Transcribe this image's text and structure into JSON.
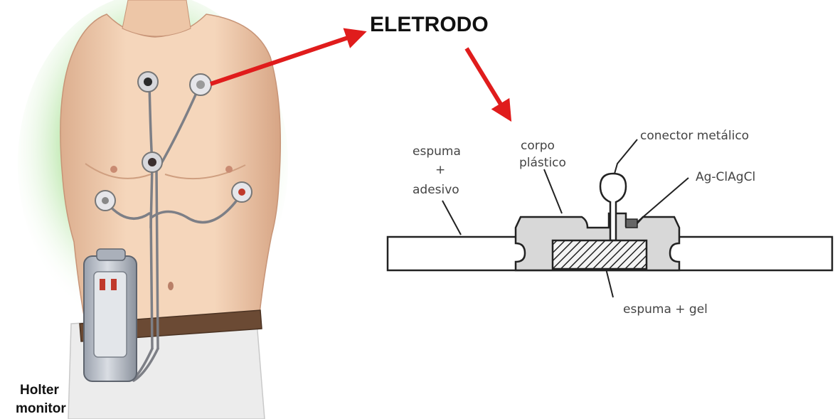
{
  "title": "ELETRODO",
  "holter_label": {
    "line1": "Holter",
    "line2": "monitor"
  },
  "diagram_labels": {
    "foam_adhesive_line1": "espuma",
    "foam_adhesive_line2": "+",
    "foam_adhesive_line3": "adesivo",
    "plastic_body_line1": "corpo",
    "plastic_body_line2": "plástico",
    "metal_connector": "conector metálico",
    "electrode_material": "Ag-ClAgCl",
    "foam_gel": "espuma + gel"
  },
  "colors": {
    "arrow": "#e01c1c",
    "skin": "#f2cfb0",
    "skin_shade": "#d9a888",
    "glow": "#b8e6a8",
    "diagram_stroke": "#222222",
    "diagram_fill": "#d8d8d8",
    "device": "#b8bec8",
    "belt": "#6b4a34",
    "pants": "#e9e9e9"
  }
}
